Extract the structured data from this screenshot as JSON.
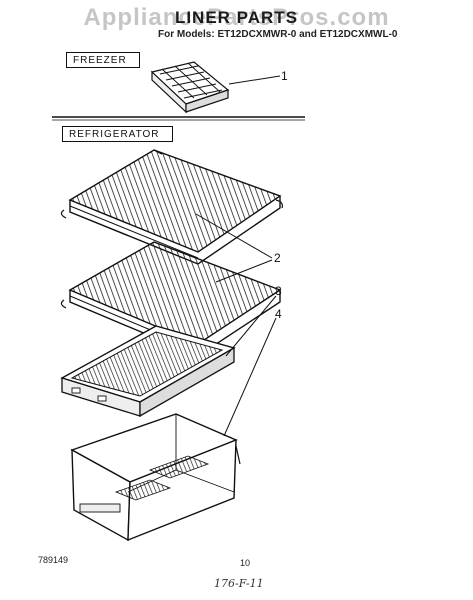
{
  "header": {
    "title": "LINER PARTS",
    "models": "For Models: ET12DCXMWR-0 and ET12DCXMWL-0",
    "watermark": "AppliancePartsPros.com"
  },
  "sections": {
    "freezer": "FREEZER",
    "refrigerator": "REFRIGERATOR"
  },
  "callouts": {
    "c1": "1",
    "c2": "2",
    "c3": "3",
    "c4": "4"
  },
  "footer": {
    "left": "789149",
    "center": "10",
    "handwritten": "176-F-11"
  }
}
